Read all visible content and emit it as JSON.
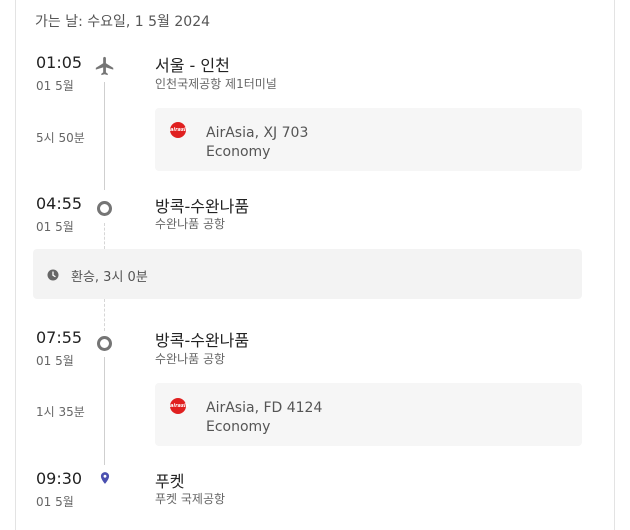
{
  "header": {
    "date_label": "가는 날: 수요일, 1 5월 2024"
  },
  "segments": [
    {
      "depart": {
        "time": "01:05",
        "date": "01 5월",
        "city": "서울 - 인천",
        "airport": "인천국제공항 제1터미널"
      },
      "duration": "5시 50분",
      "airline": "AirAsia, XJ 703",
      "cabin": "Economy",
      "arrive": {
        "time": "04:55",
        "date": "01 5월",
        "city": "방콕-수완나품",
        "airport": "수완나품 공항"
      }
    },
    {
      "depart": {
        "time": "07:55",
        "date": "01 5월",
        "city": "방콕-수완나품",
        "airport": "수완나품 공항"
      },
      "duration": "1시 35분",
      "airline": "AirAsia, FD 4124",
      "cabin": "Economy",
      "arrive": {
        "time": "09:30",
        "date": "01 5월",
        "city": "푸켓",
        "airport": "푸켓 국제공항"
      }
    }
  ],
  "layover": {
    "label": "환승, 3시 0분"
  },
  "icons": {
    "departure": "airplane-icon",
    "stop": "ring-icon",
    "arrival": "location-pin-icon",
    "layover": "clock-icon",
    "airline_logo": "airasia-logo"
  },
  "colors": {
    "pin": "#4a50b0",
    "airasia": "#e02020",
    "ring": "#757575"
  }
}
